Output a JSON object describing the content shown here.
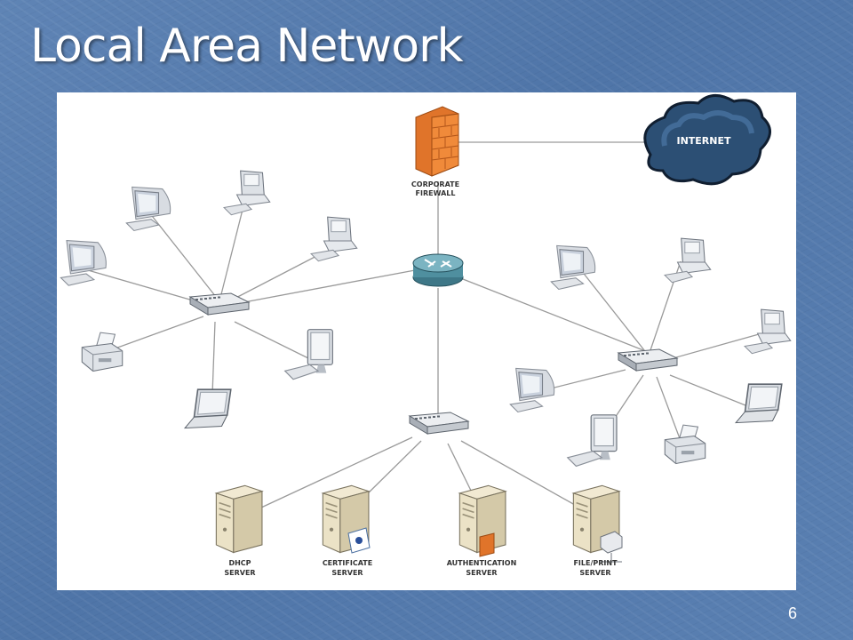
{
  "slide": {
    "title": "Local Area Network",
    "page_number": "6"
  },
  "diagram": {
    "firewall_label": [
      "CORPORATE",
      "FIREWALL"
    ],
    "internet_label": "INTERNET",
    "servers": [
      {
        "id": "dhcp",
        "label": [
          "DHCP",
          "SERVER"
        ]
      },
      {
        "id": "certificate",
        "label": [
          "CERTIFICATE",
          "SERVER"
        ]
      },
      {
        "id": "authentication",
        "label": [
          "AUTHENTICATION",
          "SERVER"
        ]
      },
      {
        "id": "file-print",
        "label": [
          "FILE/PRINT",
          "SERVER"
        ]
      }
    ]
  }
}
